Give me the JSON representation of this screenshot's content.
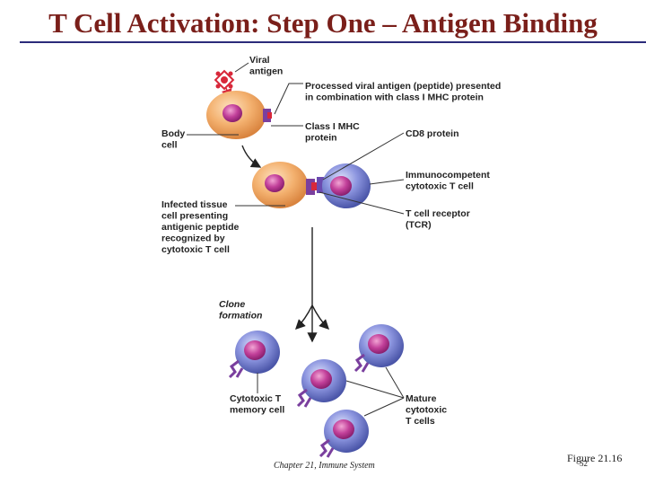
{
  "title": "T Cell Activation: Step One – Antigen Binding",
  "labels": {
    "viral_antigen": [
      "Viral",
      "antigen"
    ],
    "processed_antigen": [
      "Processed viral antigen (peptide) presented",
      "in combination with class I MHC protein"
    ],
    "body_cell": [
      "Body",
      "cell"
    ],
    "class_mhc": [
      "Class I MHC",
      "protein"
    ],
    "cd8": [
      "CD8 protein"
    ],
    "immunocompetent": [
      "Immunocompetent",
      "cytotoxic T cell"
    ],
    "infected_tissue": [
      "Infected tissue",
      "cell presenting",
      "antigenic peptide",
      "recognized by",
      "cytotoxic T cell"
    ],
    "tcr": [
      "T cell receptor",
      "(TCR)"
    ],
    "clone_formation": [
      "Clone",
      "formation"
    ],
    "memory_cell": [
      "Cytotoxic T",
      "memory cell"
    ],
    "mature_cells": [
      "Mature",
      "cytotoxic",
      "T cells"
    ]
  },
  "footer": {
    "chapter": "Chapter 21, Immune System",
    "figure": "Figure 21.16",
    "page": "52"
  },
  "colors": {
    "title": "#7a1f1a",
    "body_cell": "#f0a860",
    "t_cell": "#6e78c8",
    "nucleus": "#b8308a",
    "receptor": "#7a3f9e",
    "antigen": "#d8283a",
    "arrow": "#222222"
  }
}
